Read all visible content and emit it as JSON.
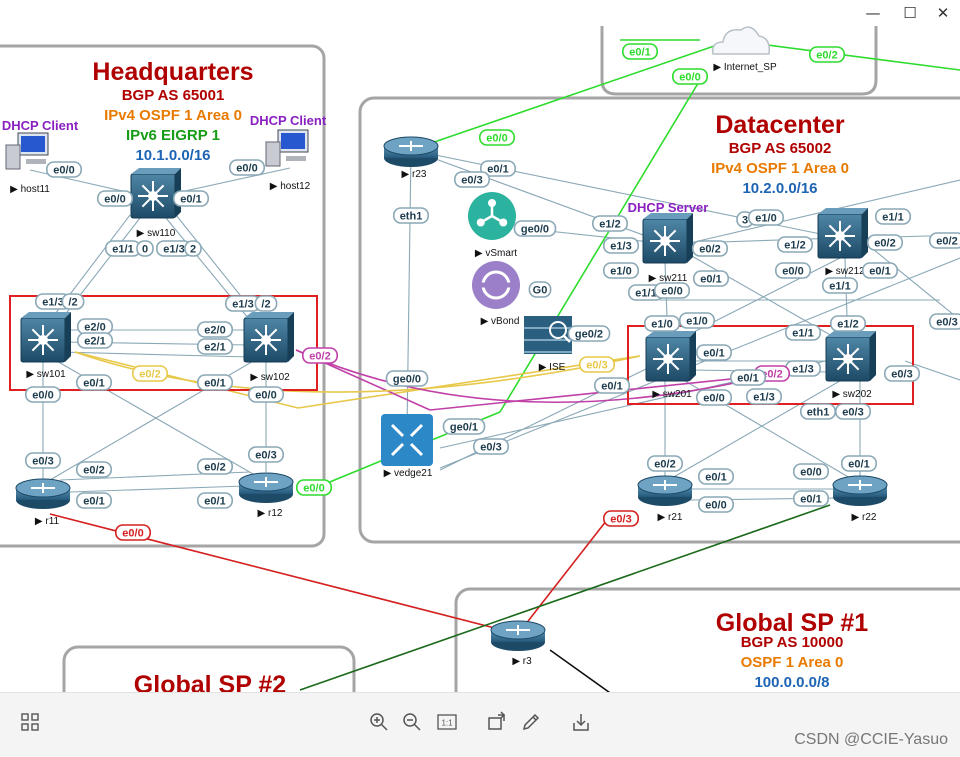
{
  "window": {
    "controls": [
      "minimize",
      "maximize",
      "close"
    ]
  },
  "areas": {
    "hq": {
      "title": "Headquarters",
      "lines": [
        {
          "text": "BGP AS 65001",
          "color": "#b00000"
        },
        {
          "text": "IPv4 OSPF 1 Area 0",
          "color": "#e87a00"
        },
        {
          "text": "IPv6 EIGRP 1",
          "color": "#169c16"
        },
        {
          "text": "10.1.0.0/16",
          "color": "#1e64b4"
        }
      ]
    },
    "dc": {
      "title": "Datacenter",
      "lines": [
        {
          "text": "BGP AS 65002",
          "color": "#b00000"
        },
        {
          "text": "IPv4 OSPF 1 Area 0",
          "color": "#e87a00"
        },
        {
          "text": "10.2.0.0/16",
          "color": "#1e64b4"
        }
      ]
    },
    "gsp1": {
      "title": "Global SP #1",
      "lines": [
        {
          "text": "BGP AS 10000",
          "color": "#b00000"
        },
        {
          "text": "OSPF 1 Area 0",
          "color": "#e87a00"
        },
        {
          "text": "100.0.0.0/8",
          "color": "#1e64b4"
        }
      ]
    },
    "gsp2": {
      "title": "Global SP #2",
      "lines": []
    }
  },
  "annotations": {
    "dhcp_client": "DHCP Client",
    "dhcp_server": "DHCP Server"
  },
  "nodes": [
    {
      "id": "internet",
      "label": "Internet_SP",
      "icon": "cloud-icon"
    },
    {
      "id": "host11",
      "label": "host11",
      "icon": "computer-icon"
    },
    {
      "id": "host12",
      "label": "host12",
      "icon": "computer-icon"
    },
    {
      "id": "sw110",
      "label": "sw110",
      "icon": "switch-icon"
    },
    {
      "id": "sw101",
      "label": "sw101",
      "icon": "switch-icon"
    },
    {
      "id": "sw102",
      "label": "sw102",
      "icon": "switch-icon"
    },
    {
      "id": "r11",
      "label": "r11",
      "icon": "router-icon"
    },
    {
      "id": "r12",
      "label": "r12",
      "icon": "router-icon"
    },
    {
      "id": "r23",
      "label": "r23",
      "icon": "router-icon"
    },
    {
      "id": "vsmart",
      "label": "vSmart",
      "icon": "vsmart-icon"
    },
    {
      "id": "vbond",
      "label": "vBond",
      "icon": "vbond-icon"
    },
    {
      "id": "ise",
      "label": "ISE",
      "icon": "firewall-icon"
    },
    {
      "id": "vedge21",
      "label": "vedge21",
      "icon": "vedge-icon"
    },
    {
      "id": "sw211",
      "label": "sw211",
      "icon": "switch-icon"
    },
    {
      "id": "sw212",
      "label": "sw212",
      "icon": "switch-icon"
    },
    {
      "id": "sw201",
      "label": "sw201",
      "icon": "switch-icon"
    },
    {
      "id": "sw202",
      "label": "sw202",
      "icon": "switch-icon"
    },
    {
      "id": "r21",
      "label": "r21",
      "icon": "router-icon"
    },
    {
      "id": "r22",
      "label": "r22",
      "icon": "router-icon"
    },
    {
      "id": "r3",
      "label": "r3",
      "icon": "router-icon"
    }
  ],
  "ports": [
    "e0/1",
    "e0/2",
    "e0/0",
    "e0/0",
    "e0/0",
    "e0/0",
    "e0/0",
    "e0/1",
    "e1/1",
    "0",
    "e1/3",
    "2",
    "e1/3",
    "/2",
    "e1/3",
    "/2",
    "e2/0",
    "e2/1",
    "e2/0",
    "e2/1",
    "e0/2",
    "e0/1",
    "e0/1",
    "e0/0",
    "e0/0",
    "e0/3",
    "e0/3",
    "e0/2",
    "e0/2",
    "e0/1",
    "e0/1",
    "e0/0",
    "e0/0",
    "e0/2",
    "e0/1",
    "e0/3",
    "eth1",
    "ge0/0",
    "G0",
    "ge0/2",
    "ge0/0",
    "ge0/1",
    "e0/3",
    "e1/2",
    "e1/3",
    "e1/0",
    "3",
    "e1/0",
    "e1/1",
    "e0/2",
    "e0/2",
    "e1/2",
    "e0/1",
    "e0/1",
    "e0/0",
    "e1/1",
    "e0/0",
    "e1/1",
    "e1/0",
    "e1/0",
    "e1/1",
    "e1/2",
    "e0/3",
    "e0/3",
    "e0/1",
    "e1/3",
    "e0/2",
    "e0/1",
    "e0/1",
    "e0/0",
    "e1/3",
    "eth1",
    "e0/3",
    "e0/3",
    "e0/2",
    "e0/2",
    "e0/1",
    "e0/1",
    "e0/0",
    "e0/0",
    "e0/1",
    "e0/3"
  ],
  "toolbar": {
    "buttons": [
      "grid-icon",
      "zoom-in-icon",
      "zoom-out-icon",
      "actual-size-icon",
      "rotate-icon",
      "edit-icon",
      "download-icon"
    ],
    "actual_size": "1:1"
  },
  "watermark": "CSDN @CCIE-Yasuo"
}
